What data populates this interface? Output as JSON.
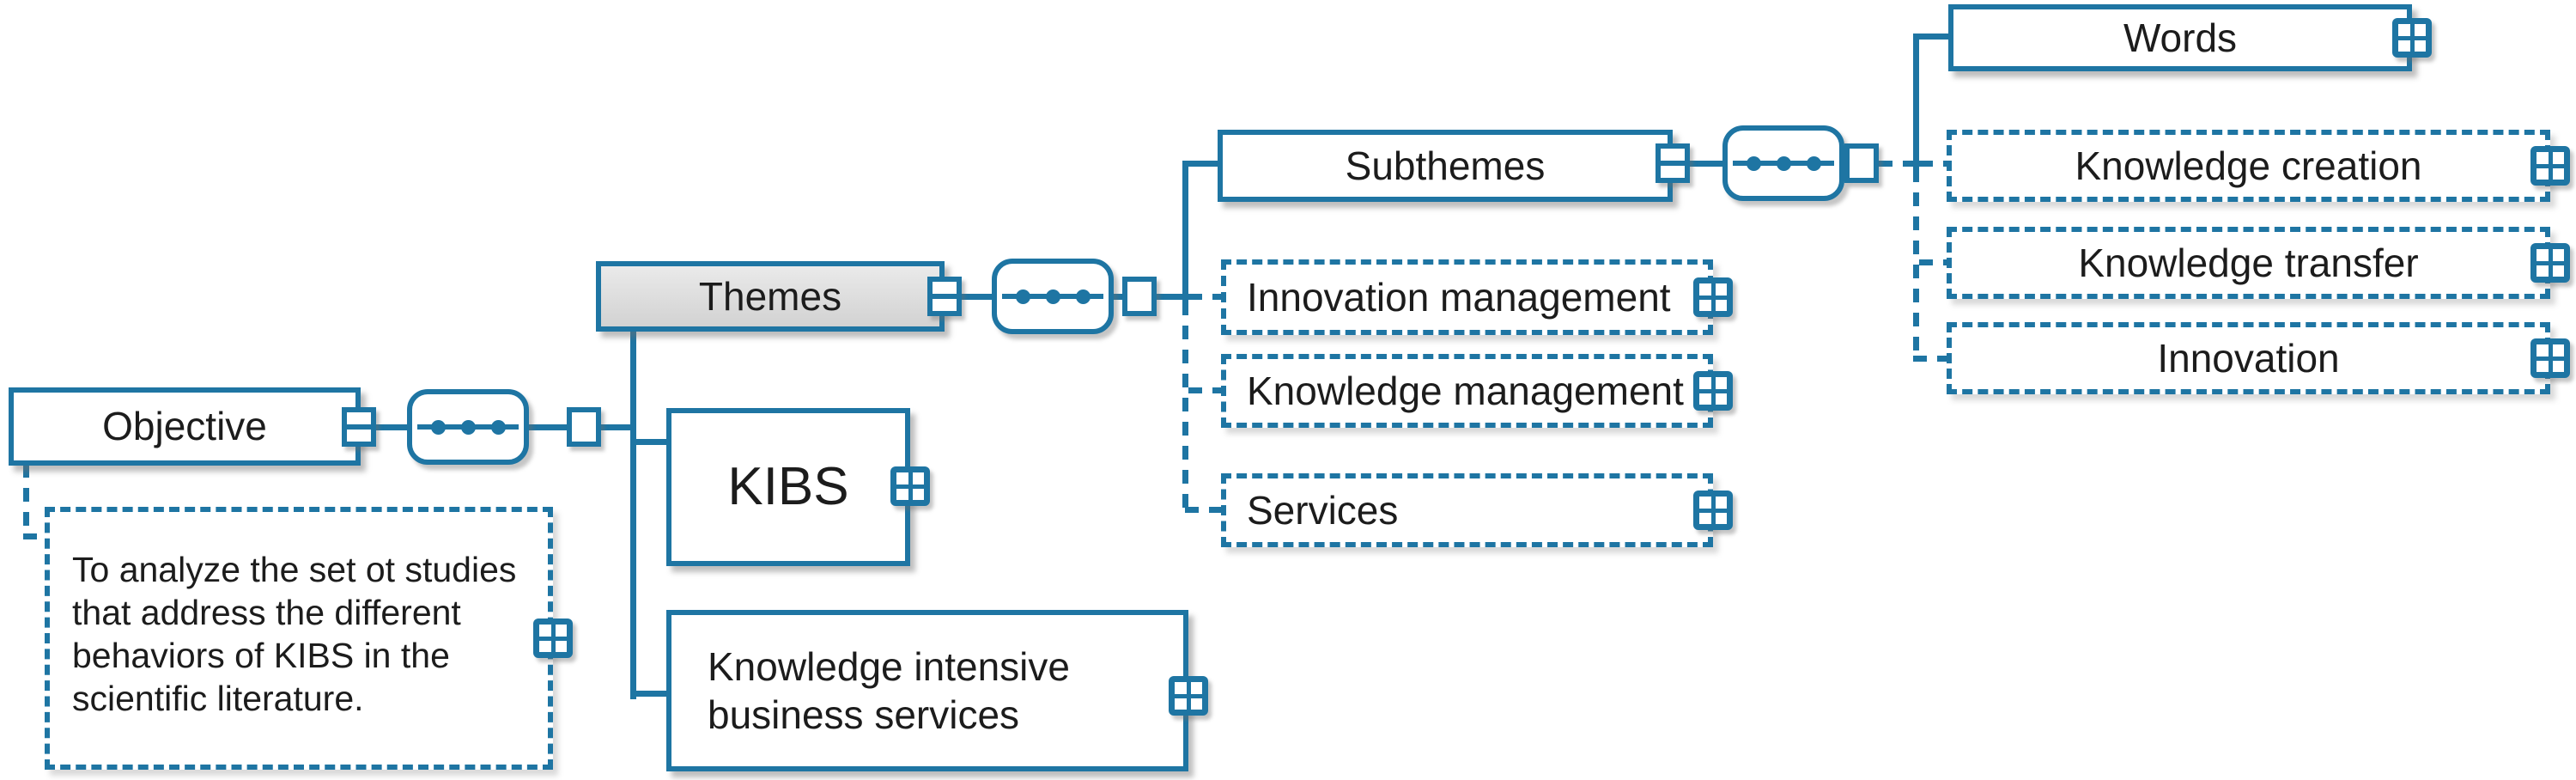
{
  "palette": {
    "line_blue": "#1e75a3",
    "text": "#1c1c1c",
    "themes_fill": "#d9d9d9",
    "background": "#ffffff"
  },
  "icons": {
    "ellipsis": "ellipsis-connector-icon",
    "square": "branch-square-icon",
    "split_square": "collapse-handle-icon",
    "grid": "grid-expand-icon"
  },
  "nodes": {
    "objective": "Objective",
    "objective_note": "To analyze the set ot studies\nthat address the different\nbehaviors of KIBS in the\nscientific literature.",
    "themes": "Themes",
    "kibs": "KIBS",
    "kibs_full": "Knowledge intensive\nbusiness services",
    "subthemes": "Subthemes",
    "innovation_management": "Innovation management",
    "knowledge_management": "Knowledge management",
    "services": "Services",
    "words": "Words",
    "knowledge_creation": "Knowledge creation",
    "knowledge_transfer": "Knowledge transfer",
    "innovation": "Innovation"
  }
}
